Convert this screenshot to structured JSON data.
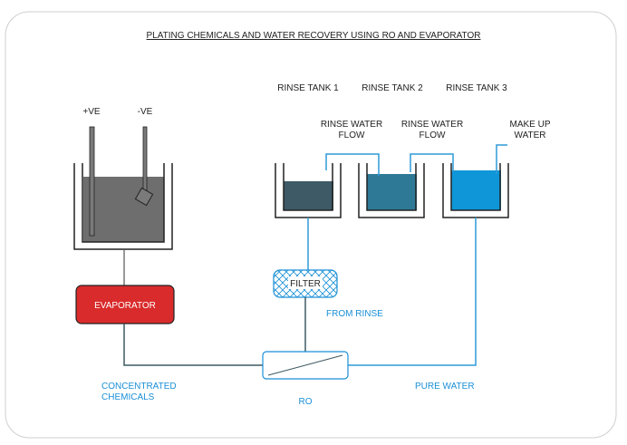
{
  "title": "PLATING CHEMICALS AND WATER RECOVERY USING RO AND EVAPORATOR",
  "electrodes": {
    "positive": "+VE",
    "negative": "-VE"
  },
  "tanks": [
    {
      "label": "RINSE TANK 1",
      "color": "#3d5a66"
    },
    {
      "label": "RINSE TANK 2",
      "color": "#2e7a96"
    },
    {
      "label": "RINSE TANK 3",
      "color": "#0f96d8"
    }
  ],
  "flows": {
    "rinse_flow_1": [
      "RINSE WATER",
      "FLOW"
    ],
    "rinse_flow_2": [
      "RINSE WATER",
      "FLOW"
    ],
    "makeup": [
      "MAKE UP",
      "WATER"
    ]
  },
  "components": {
    "filter": "FILTER",
    "evaporator": "EVAPORATOR",
    "ro": "RO"
  },
  "streams": {
    "from_rinse": "FROM RINSE",
    "concentrated": [
      "CONCENTRATED",
      "CHEMICALS"
    ],
    "pure_water": "PURE WATER"
  },
  "colors": {
    "plating_bath": "#6e6e6e",
    "evaporator": "#d92b2b",
    "water_line": "#2f9ad8",
    "concentrate_line": "#3e5a62",
    "outline": "#222222"
  }
}
